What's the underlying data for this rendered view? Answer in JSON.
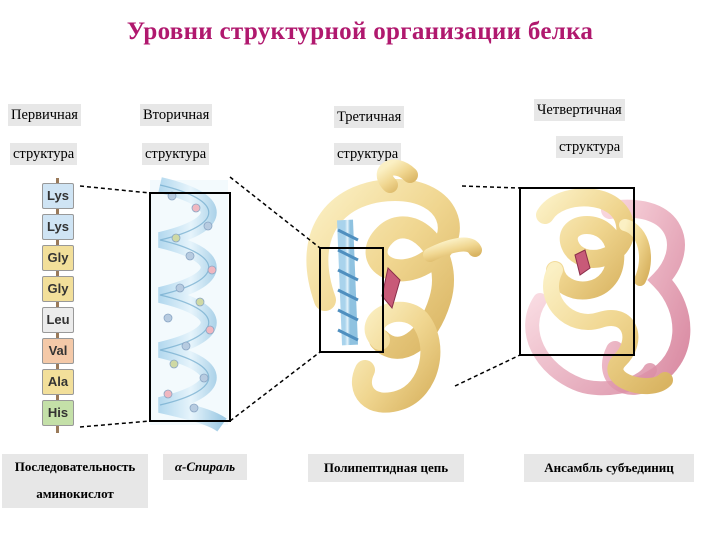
{
  "title": "Уровни структурной организации белка",
  "labels": {
    "primary": [
      "Первичная",
      "структура"
    ],
    "secondary": [
      "Вторичная",
      "структура"
    ],
    "tertiary": [
      "Третичная",
      "структура"
    ],
    "quaternary": [
      "Четвертичная",
      "структура"
    ]
  },
  "amino_acids": [
    {
      "name": "Lys",
      "color": "#cfe4f4"
    },
    {
      "name": "Lys",
      "color": "#cfe4f4"
    },
    {
      "name": "Gly",
      "color": "#f2df9a"
    },
    {
      "name": "Gly",
      "color": "#f2df9a"
    },
    {
      "name": "Leu",
      "color": "#ececec"
    },
    {
      "name": "Val",
      "color": "#f4c9a8"
    },
    {
      "name": "Ala",
      "color": "#f2df9a"
    },
    {
      "name": "His",
      "color": "#c4e0a8"
    }
  ],
  "captions": {
    "sequence": [
      "Последовательность",
      "аминокислот"
    ],
    "helix": "α-Спираль",
    "chain": "Полипептидная цепь",
    "ensemble": "Ансамбль субъединиц"
  }
}
